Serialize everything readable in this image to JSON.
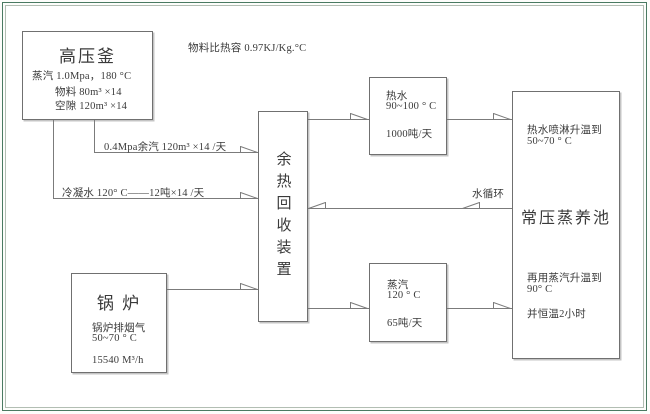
{
  "colors": {
    "frame_outer": "#4a7a62",
    "frame_inner": "#b2beb3",
    "box_border": "#707070",
    "flow_line": "#7b7b7b",
    "text": "#3a3a3a"
  },
  "note": {
    "specific_heat": "物料比热容 0.97KJ/Kg.°C"
  },
  "boxes": {
    "autoclave": {
      "title": "高压釜",
      "steam": "蒸汽 1.0Mpa，180 °C",
      "material": "物料 80m³ ×14",
      "void": "空隙 120m³ ×14"
    },
    "boiler": {
      "title": "锅 炉",
      "flue_gas": "锅炉排烟气",
      "temp": "50~70 ° C",
      "flow": "15540 M³/h"
    },
    "recovery": {
      "title": "余热回收装置"
    },
    "hot_water": {
      "name": "热水",
      "temp": "90~100 ° C",
      "flow": "1000吨/天"
    },
    "steam": {
      "name": "蒸汽",
      "temp": "120 ° C",
      "flow": "65吨/天"
    },
    "curing_pool": {
      "title": "常压蒸养池",
      "spray_line1": "热水喷淋升温到",
      "spray_line2": "50~70 ° C",
      "steam_line1": "再用蒸汽升温到",
      "steam_line2": "90° C",
      "hold": "并恒温2小时"
    }
  },
  "flows": {
    "surplus_steam": "0.4Mpa余汽 120m³ ×14 /天",
    "condensate": "冷凝水 120° C——12吨×14 /天",
    "water_cycle": "水循环"
  }
}
